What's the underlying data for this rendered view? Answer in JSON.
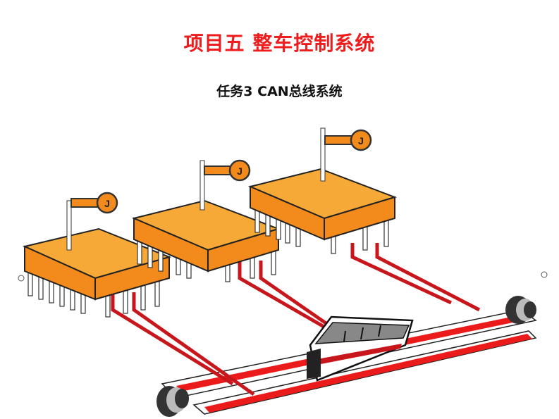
{
  "slide": {
    "title": "项目五 整车控制系统",
    "subtitle": "任务3 CAN总线系统"
  },
  "illustration": {
    "description": "Three orange ECU chips with flags marked J connected by red wires to a CAN bus cable with a bus (vehicle) traveling on it",
    "flag_letter": "J",
    "colors": {
      "chip_top": "#f7a937",
      "chip_side": "#f28a1c",
      "wire": "#c8161d",
      "bus_line": "#ec1b1b",
      "title": "#ee1c1c"
    }
  }
}
